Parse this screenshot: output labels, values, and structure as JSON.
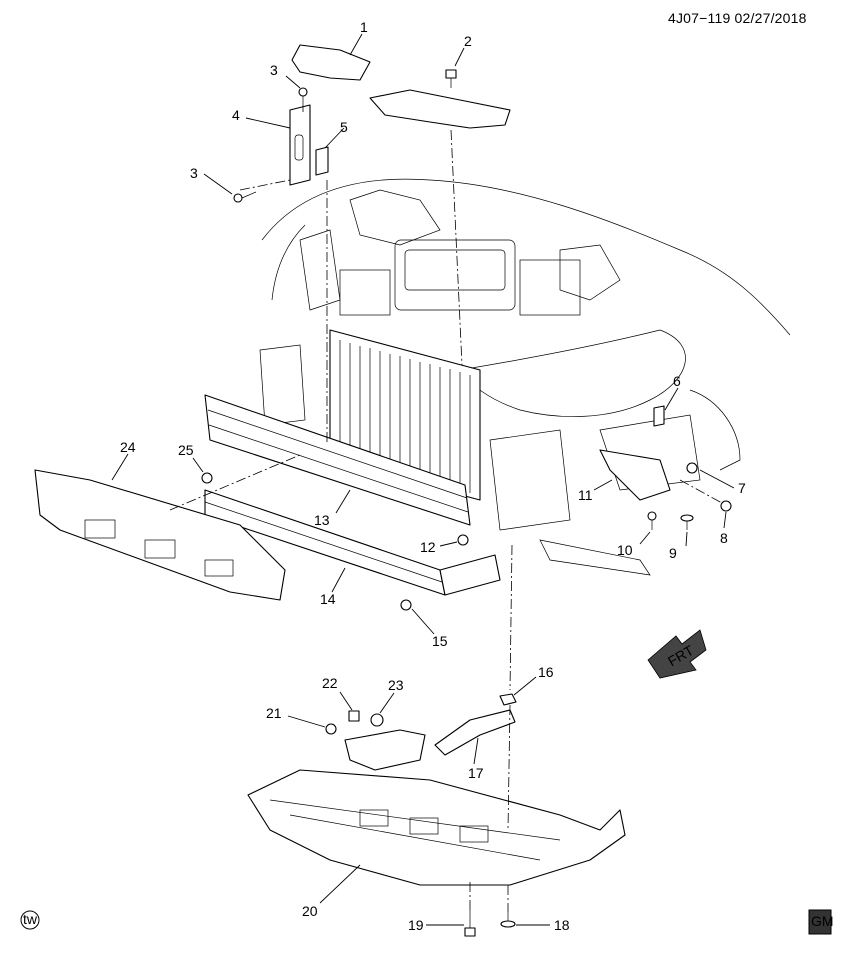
{
  "header": {
    "reference": "4J07−119 02/27/2018"
  },
  "callouts": [
    "1",
    "2",
    "3",
    "3",
    "4",
    "5",
    "6",
    "7",
    "8",
    "9",
    "10",
    "11",
    "12",
    "13",
    "14",
    "15",
    "16",
    "17",
    "18",
    "19",
    "20",
    "21",
    "22",
    "23",
    "24",
    "25"
  ],
  "direction_indicator": {
    "label": "FRT"
  },
  "badges": {
    "tw": "tw",
    "gm": "GM"
  }
}
